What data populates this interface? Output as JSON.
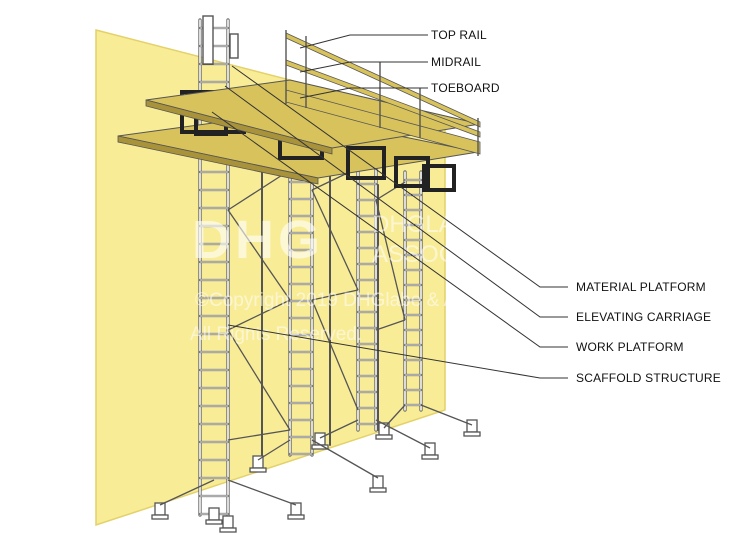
{
  "colors": {
    "wall": "#f9ec97",
    "wall_edge": "#e3d16a",
    "frame": "#ffffff",
    "frame_outline": "#555555",
    "plank": "#d8c25c",
    "plank_dark": "#a8923a",
    "carriage": "#222222",
    "leader": "#333333"
  },
  "callouts": [
    {
      "id": "top-rail",
      "label": "TOP RAIL"
    },
    {
      "id": "midrail",
      "label": "MIDRAIL"
    },
    {
      "id": "toeboard",
      "label": "TOEBOARD"
    },
    {
      "id": "material-platform",
      "label": "MATERIAL PLATFORM"
    },
    {
      "id": "elevating-carriage",
      "label": "ELEVATING CARRIAGE"
    },
    {
      "id": "work-platform",
      "label": "WORK PLATFORM"
    },
    {
      "id": "scaffold-structure",
      "label": "SCAFFOLD STRUCTURE"
    }
  ],
  "watermark": {
    "logo": "DHG",
    "company_line1": "DHGLABE &",
    "company_line2": "ASSOCIATES",
    "copyright": "©Copyright 2019 DHGlabe & Associates.",
    "rights": "All Rights Reserved."
  }
}
